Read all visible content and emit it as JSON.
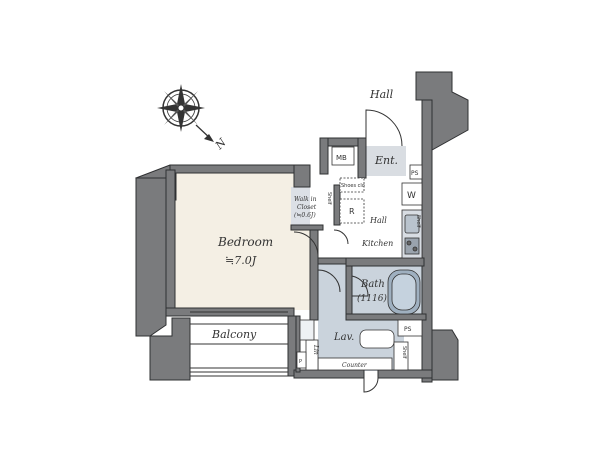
{
  "plan": {
    "colors": {
      "wall": "#7a7b7d",
      "wall_outline": "#2f3032",
      "bedroom_floor": "#f4efe4",
      "hall_floor": "#ffffff",
      "wet_floor": "#cad3dc",
      "tile_floor": "#d9dde2",
      "closet_floor": "#dce0e6",
      "balcony_floor": "#ffffff"
    },
    "rooms": {
      "bedroom": {
        "name": "Bedroom",
        "size": "≒7.0J"
      },
      "balcony": {
        "name": "Balcony"
      },
      "walk_in_closet": {
        "name_line1": "Walk in",
        "name_line2": "Closet",
        "size": "(≒0.6J)"
      },
      "kitchen": {
        "name": "Kitchen"
      },
      "inner_hall": {
        "name": "Hall"
      },
      "entrance": {
        "name": "Ent."
      },
      "outer_hall": {
        "name": "Hall"
      },
      "bath": {
        "name": "Bath",
        "size": "(1116)"
      },
      "lavatory": {
        "name": "Lav."
      }
    },
    "fixtures": {
      "mb": "MB",
      "ps_top": "PS",
      "ps_bottom": "PS",
      "ps_small": "P",
      "shoes_closet": "Shoes clo",
      "washer": "W",
      "refrigerator": "R",
      "shelf_closet": "Shelf",
      "shelf_kitchen": "Shelf",
      "shelf_lav": "Shelf",
      "linen": "Lin",
      "counter": "Counter"
    },
    "compass": {
      "north": "N"
    }
  }
}
